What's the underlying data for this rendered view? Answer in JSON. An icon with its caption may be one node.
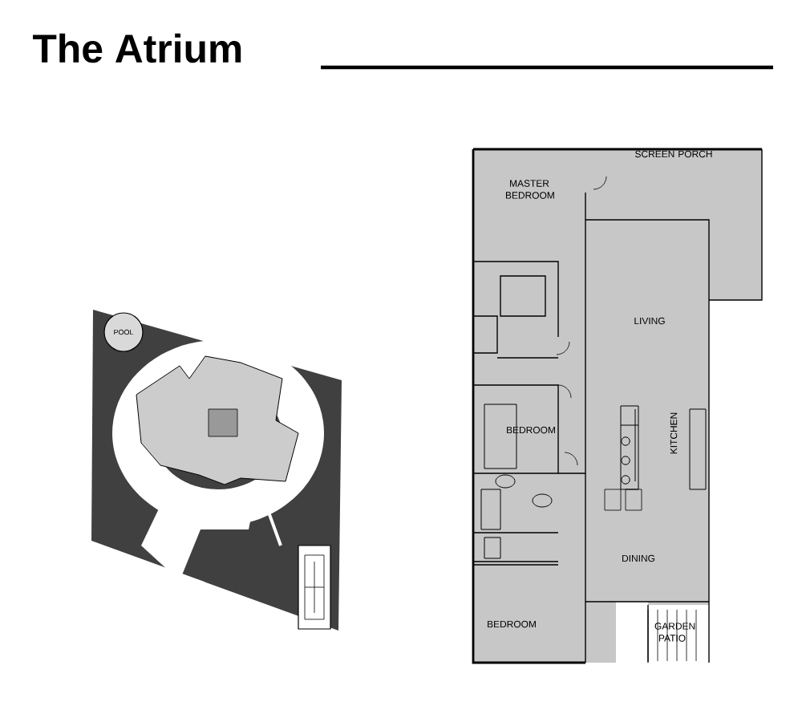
{
  "diagram": {
    "title": "The Atrium",
    "labels": [
      "SCREEN PORCH",
      "MASTER BEDROOM",
      "LIVING",
      "POOL",
      "BEDROOM",
      "KITCHEN",
      "DINING",
      "BEDROOM",
      "GARDEN PATIO"
    ]
  }
}
